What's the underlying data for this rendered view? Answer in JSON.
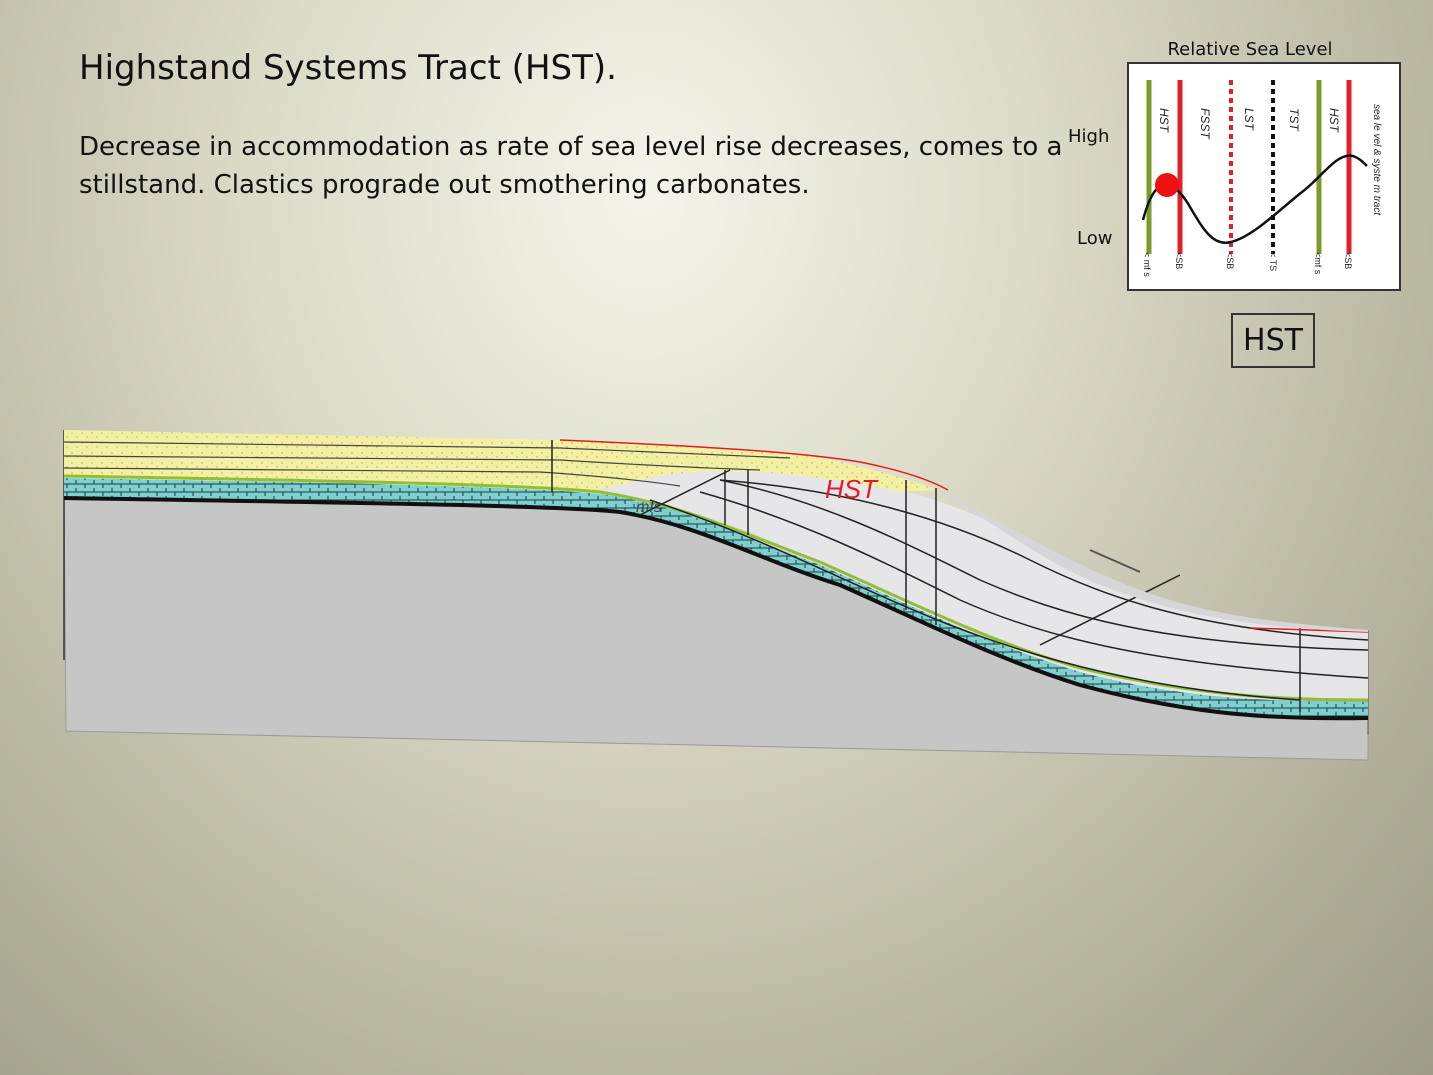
{
  "slide": {
    "title": "Highstand Systems Tract (HST).",
    "description": "Decrease in accommodation as rate of sea level rise decreases, comes to a stillstand.  Clastics prograde out smothering carbonates."
  },
  "sea_level_chart": {
    "title": "Relative Sea Level",
    "y_high_label": "High",
    "y_low_label": "Low",
    "tract_labels": [
      "HST",
      "FSST",
      "LST",
      "TST",
      "HST"
    ],
    "surface_labels": [
      "< mf s",
      "<SB",
      "<SB",
      "< TS",
      "<mf s",
      "<SB"
    ],
    "side_label": "sea le vel & syste m tract",
    "current_position_marker": "red-dot",
    "colors": {
      "hst": "#7a9a2a",
      "sb": "#e0202a",
      "ts": "#111111",
      "marker": "#ee1111"
    }
  },
  "current_tract_badge": "HST",
  "cross_section": {
    "hst_label": "HST",
    "mfs_label": "mfs",
    "colors": {
      "basement": "#c6c6c6",
      "carbonate": "#7ecfcf",
      "clastic_sand": "#f3f0a4",
      "offshore_fill": "#e6e6e8",
      "mfs_line": "#8fbf3a",
      "sequence_boundary": "#111111",
      "hst_label": "#e01c2a"
    }
  }
}
